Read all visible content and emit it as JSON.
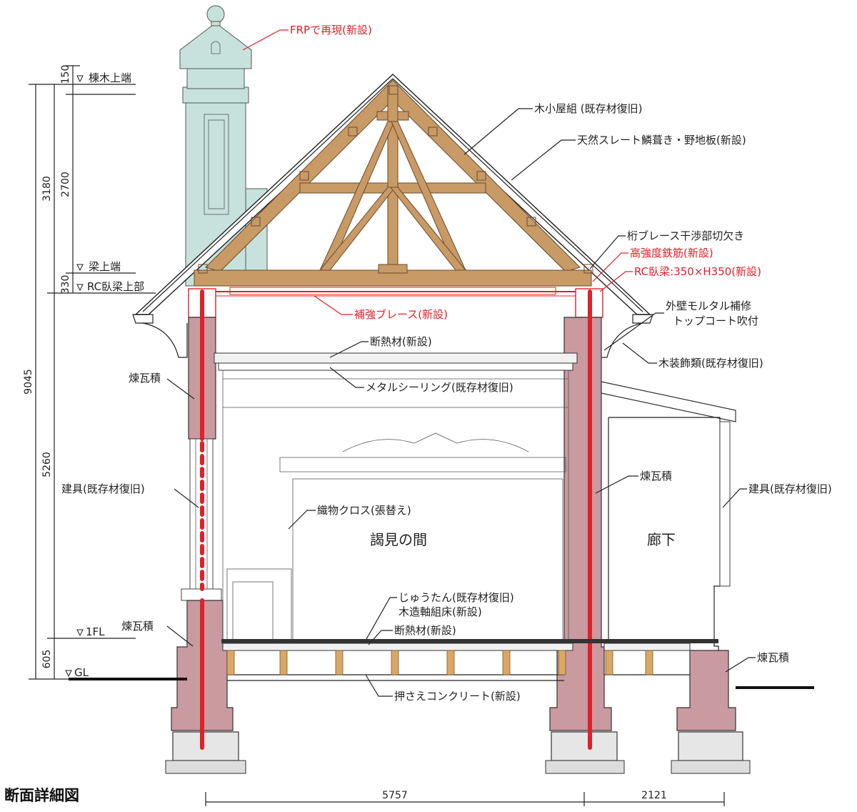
{
  "title": "断面詳細図",
  "rooms": {
    "main": "謁見の間",
    "corridor": "廊下"
  },
  "levels": {
    "ridge": "棟木上端",
    "beam": "梁上端",
    "rc_beam": "RC臥梁上部",
    "floor": "1FL",
    "ground": "GL"
  },
  "dimensions": {
    "vertical_total": "9045",
    "vertical_outer": [
      "3180",
      "5260",
      "605"
    ],
    "vertical_inner": [
      "150",
      "2700",
      "330"
    ],
    "horizontal": [
      "5757",
      "2121"
    ]
  },
  "labels": {
    "frp": "FRPで再現(新設)",
    "truss": "木小屋組 (既存材復旧)",
    "slate": "天然スレート鱗葺き・野地板(新設)",
    "girder_notch": "桁ブレース干渉部切欠き",
    "rebar": "高強度鉄筋(新設)",
    "rc_beam": "RC臥梁:350×H350(新設)",
    "brace": "補強ブレース(新設)",
    "mortar_line1": "外壁モルタル補修",
    "mortar_line2": "トップコート吹付",
    "insul_ceiling": "断熱材(新設)",
    "ornament": "木装飾類(既存材復旧)",
    "brick_upper_left": "煉瓦積",
    "metal_ceiling": "メタルシーリング(既存材復旧)",
    "brick_center": "煉瓦積",
    "fitting_left": "建具(既存材復旧)",
    "fitting_right": "建具(既存材復旧)",
    "cloth": "織物クロス(張替え)",
    "carpet": "じゅうたん(既存材復旧)",
    "floor_frame": "木造軸組床(新設)",
    "insul_floor": "断熱材(新設)",
    "brick_lower_left": "煉瓦積",
    "brick_right": "煉瓦積",
    "concrete": "押さえコンクリート(新設)"
  },
  "colors": {
    "brick": "#c99aa0",
    "timber": "#c89a66",
    "chimney": "#c7e2dc",
    "new_red": "#e0202a"
  }
}
